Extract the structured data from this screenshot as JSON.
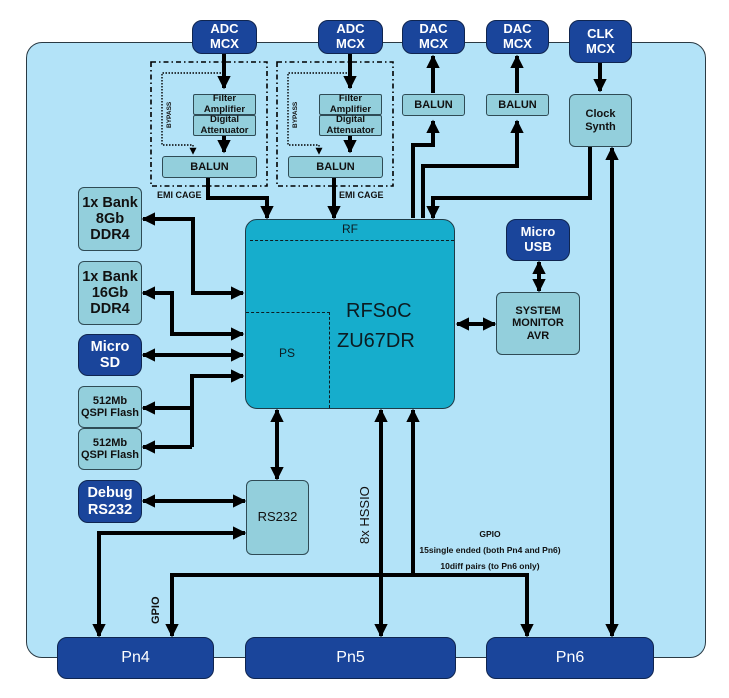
{
  "diagram": {
    "colors": {
      "board": "#b3e3f8",
      "connector": "#1a459b",
      "component": "#93cfdc",
      "soc": "#16adcc",
      "wire": "#000000"
    },
    "connectors": {
      "adc1": [
        "ADC",
        "MCX"
      ],
      "adc2": [
        "ADC",
        "MCX"
      ],
      "dac1": [
        "DAC",
        "MCX"
      ],
      "dac2": [
        "DAC",
        "MCX"
      ],
      "clk": [
        "CLK",
        "MCX"
      ],
      "micro_usb": [
        "Micro",
        "USB"
      ],
      "micro_sd": [
        "Micro",
        "SD"
      ],
      "debug_rs232": [
        "Debug",
        "RS232"
      ],
      "pn4": "Pn4",
      "pn5": "Pn5",
      "pn6": "Pn6"
    },
    "adc_chain": {
      "filter_amplifier": [
        "Filter",
        "Amplifier"
      ],
      "digital_attenuator": [
        "Digital",
        "Attenuator"
      ],
      "balun": "BALUN",
      "bypass": "BYPASS",
      "emi_cage": "EMI CAGE"
    },
    "dac_balun": "BALUN",
    "clock_synth": [
      "Clock",
      "Synth"
    ],
    "soc": {
      "rf_region": "RF",
      "ps_region": "PS",
      "name": [
        "RFSoC",
        "ZU67DR"
      ]
    },
    "system_monitor": [
      "SYSTEM",
      "MONITOR",
      "AVR"
    ],
    "memory": {
      "ddr4_8gb": [
        "1x Bank",
        "8Gb",
        "DDR4"
      ],
      "ddr4_16gb": [
        "1x Bank",
        "16Gb",
        "DDR4"
      ],
      "qspi1": [
        "512Mb",
        "QSPI Flash"
      ],
      "qspi2": [
        "512Mb",
        "QSPI Flash"
      ]
    },
    "rs232": "RS232",
    "labels": {
      "hssio": "8x HSSIO",
      "gpio_vertical": "GPIO",
      "gpio_title": "GPIO",
      "gpio_line1": "15single ended (both Pn4 and Pn6)",
      "gpio_line2": "10diff pairs (to Pn6 only)"
    }
  }
}
